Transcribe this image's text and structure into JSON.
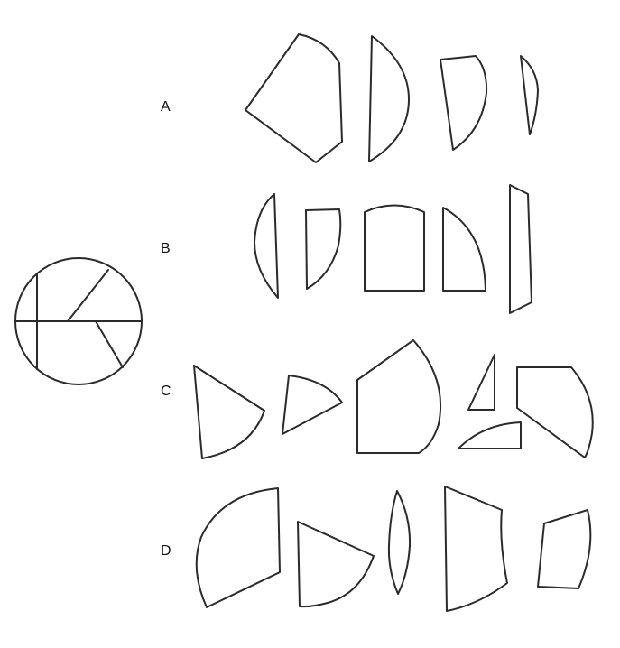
{
  "colors": {
    "background": "#ffffff",
    "stroke": "#2b2b2b",
    "text": "#111111"
  },
  "options": [
    {
      "label": "A",
      "piece_count": 4
    },
    {
      "label": "B",
      "piece_count": 5
    },
    {
      "label": "C",
      "piece_count": 6
    },
    {
      "label": "D",
      "piece_count": 5
    }
  ]
}
